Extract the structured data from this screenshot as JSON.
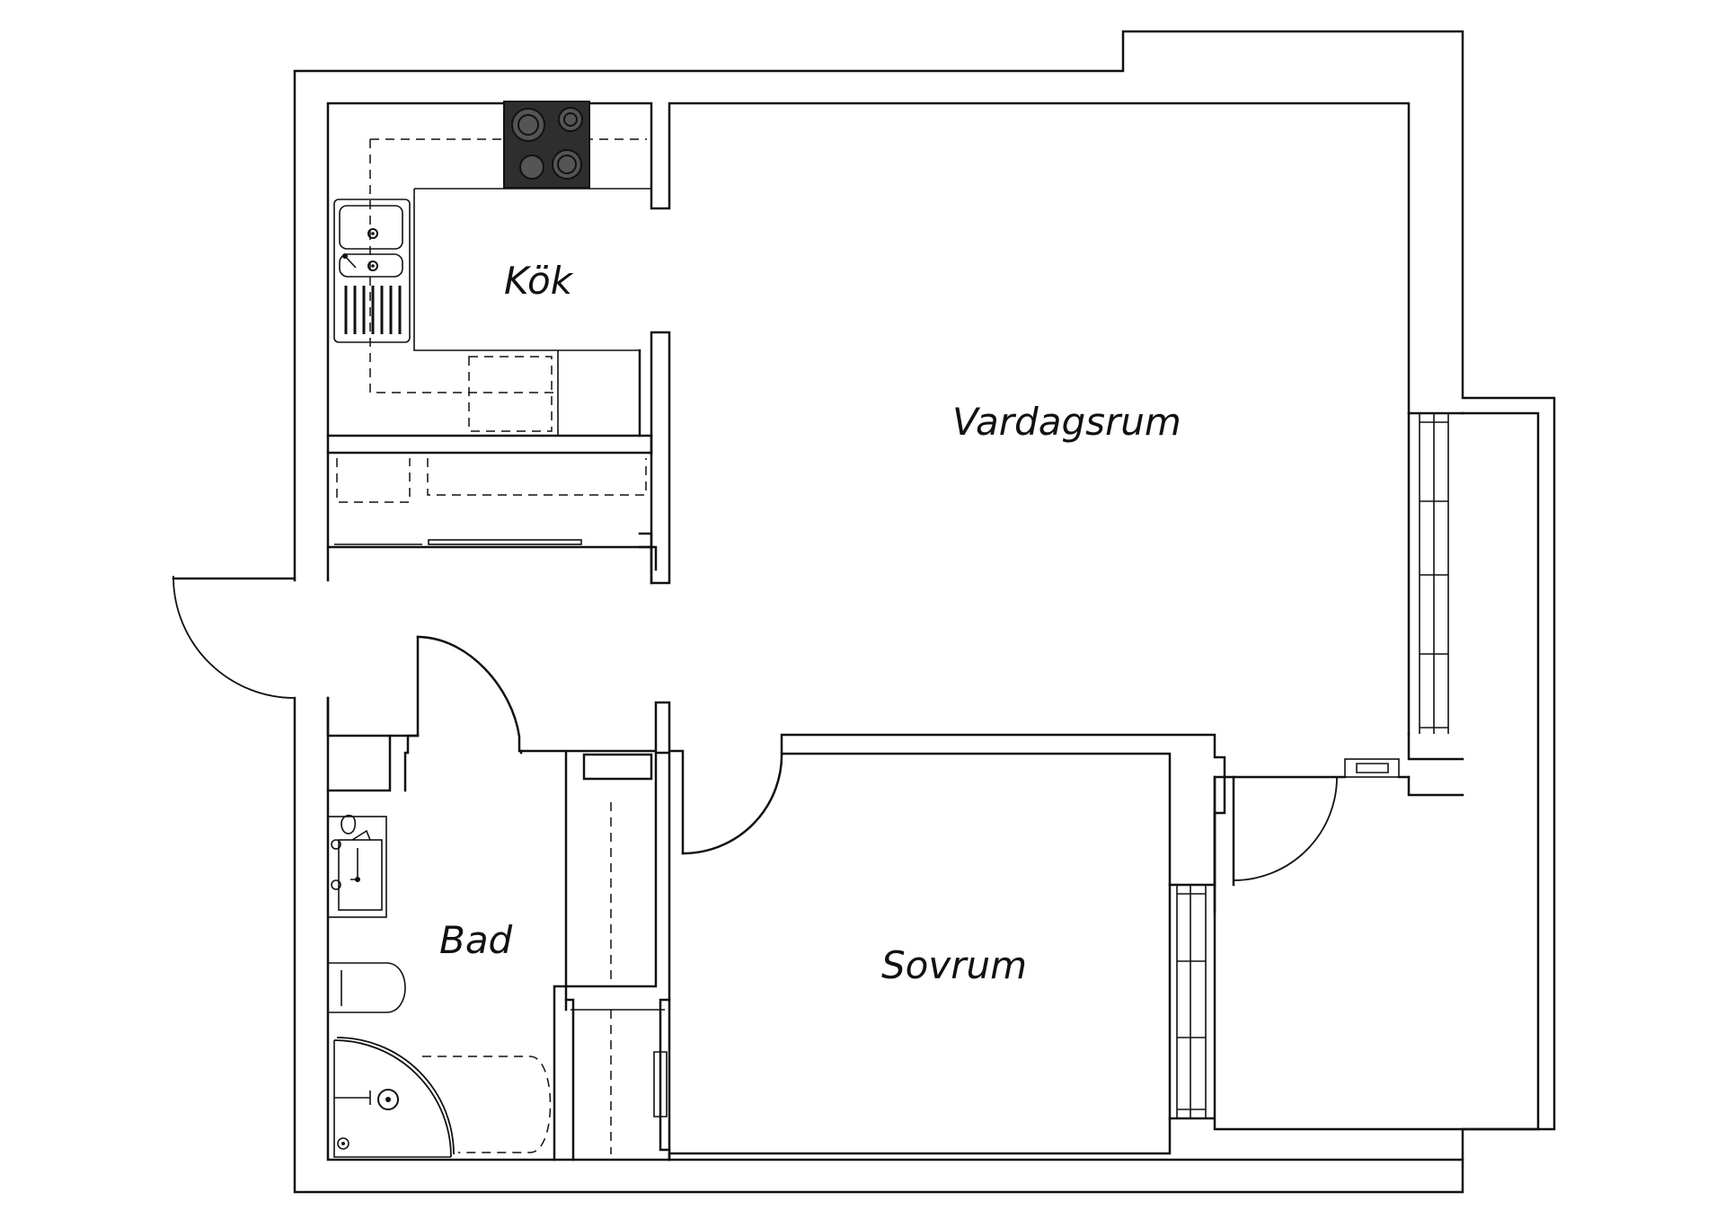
{
  "plan": {
    "rooms": [
      {
        "id": "kok",
        "label": "Kök"
      },
      {
        "id": "vardagsrum",
        "label": "Vardagsrum"
      },
      {
        "id": "bad",
        "label": "Bad"
      },
      {
        "id": "sovrum",
        "label": "Sovrum"
      }
    ]
  }
}
